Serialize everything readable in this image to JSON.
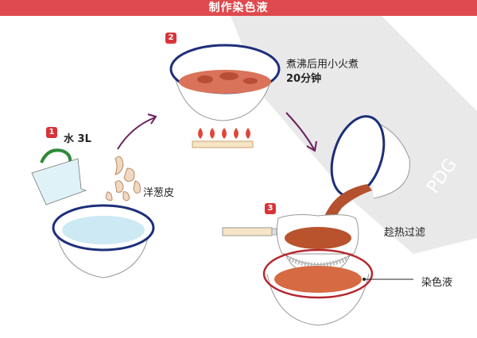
{
  "header": {
    "title": "制作染色液",
    "banner_color": "#de4a4d"
  },
  "steps": [
    {
      "number": "1",
      "labels": {
        "water": "水 3L",
        "onion_skin": "洋葱皮"
      }
    },
    {
      "number": "2",
      "labels": {
        "line1": "煮沸后用小火煮",
        "line2": "20分钟"
      }
    },
    {
      "number": "3",
      "labels": {
        "filter": "趁热过滤",
        "dye": "染色液"
      }
    }
  ],
  "watermark": {
    "text": "PDG"
  },
  "colors": {
    "bowl_rim": "#1c2f7a",
    "dye_rim": "#b5282f",
    "liquid_water": "#cde9f3",
    "liquid_dye": "#c9552e",
    "arrow": "#6a1f5c",
    "flame": "#e0463a",
    "badge": "#d9333a",
    "watermark_band": "#e8e8e8"
  }
}
